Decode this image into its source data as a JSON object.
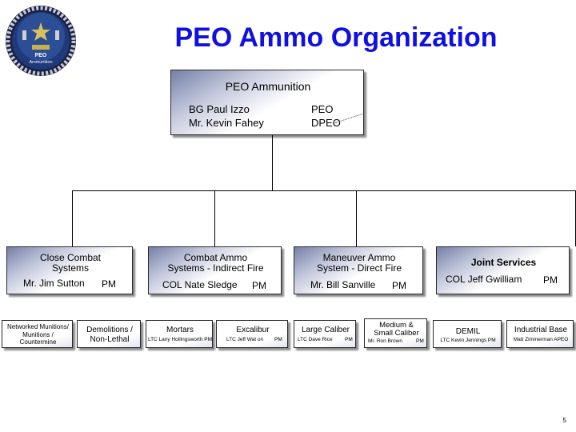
{
  "title": "PEO Ammo Organization",
  "logo": {
    "line1": "PEO",
    "line2": "Ammunition"
  },
  "top": {
    "title": "PEO Ammunition",
    "name1": "BG Paul Izzo",
    "name2": "Mr. Kevin Fahey",
    "role1": "PEO",
    "role2": "DPEO"
  },
  "pm": [
    {
      "title1": "Close Combat",
      "title2": "Systems",
      "person": "Mr. Jim Sutton",
      "role": "PM"
    },
    {
      "title1": "Combat Ammo",
      "title2": "Systems - Indirect Fire",
      "person": "COL Nate Sledge",
      "role": "PM"
    },
    {
      "title1": "Maneuver Ammo",
      "title2": "System - Direct Fire",
      "person": "Mr. Bill Sanville",
      "role": "PM"
    },
    {
      "title1": "Joint Services",
      "title2": "",
      "person": "COL Jeff Gwilliam",
      "role": "PM"
    }
  ],
  "sub": [
    {
      "t1": "Networked Munitions/",
      "t2": "Munitions /",
      "t3": "Countermine"
    },
    {
      "t1": "Demolitions /",
      "t2": "Non-Lethal"
    },
    {
      "t1": "Mortars",
      "p": "LTC Lany Hollingsworth PM"
    },
    {
      "t1": "Excalibur",
      "p": "LTC Jeff Wat on",
      "r": "PM"
    },
    {
      "t1": "Large Caliber",
      "p": "LTC Dave Rice",
      "r": "PM"
    },
    {
      "t1": "Medium &",
      "t2": "Small Caliber",
      "p": "Mr. Ron Brown",
      "r": "PM"
    },
    {
      "t1": "DEMIL",
      "p": "LTC Kevin Jennings PM"
    },
    {
      "t1": "Industrial Base",
      "p": "Matt Zimmerman APEO"
    }
  ],
  "page_number": "5",
  "colors": {
    "title": "#1010e0",
    "box_gradient_dark": "#7480a8"
  },
  "icons": [
    "peo-ammo-seal-icon"
  ]
}
